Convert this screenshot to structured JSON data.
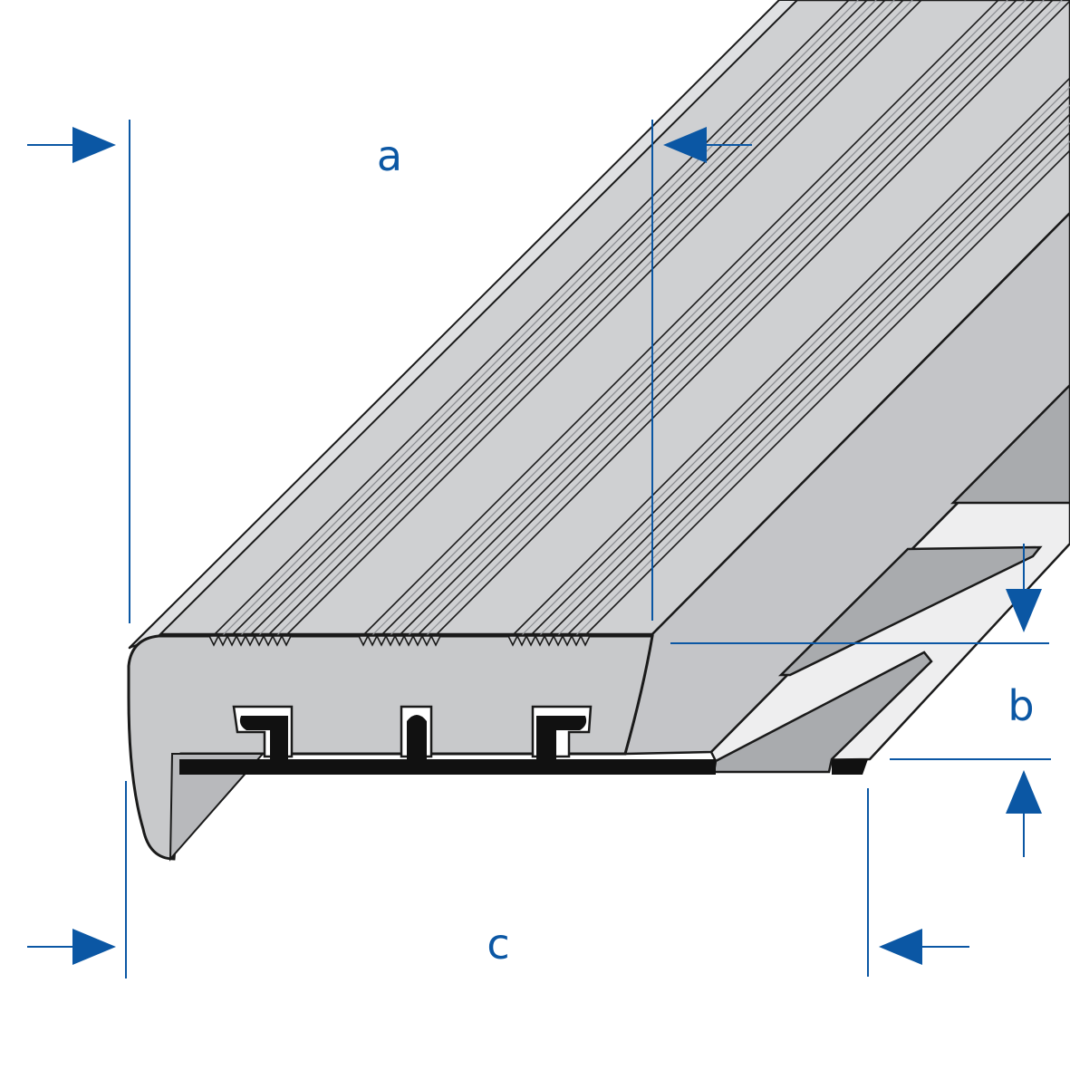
{
  "colors": {
    "dimension": "#0b57a4",
    "profile_fill": "#c8c9cb",
    "profile_light": "#dcdddf",
    "profile_shade": "#a9abae",
    "outline": "#1a1a1a",
    "base_strip": "#111111"
  },
  "dimensions": {
    "a": "a",
    "b": "b",
    "c": "c"
  }
}
